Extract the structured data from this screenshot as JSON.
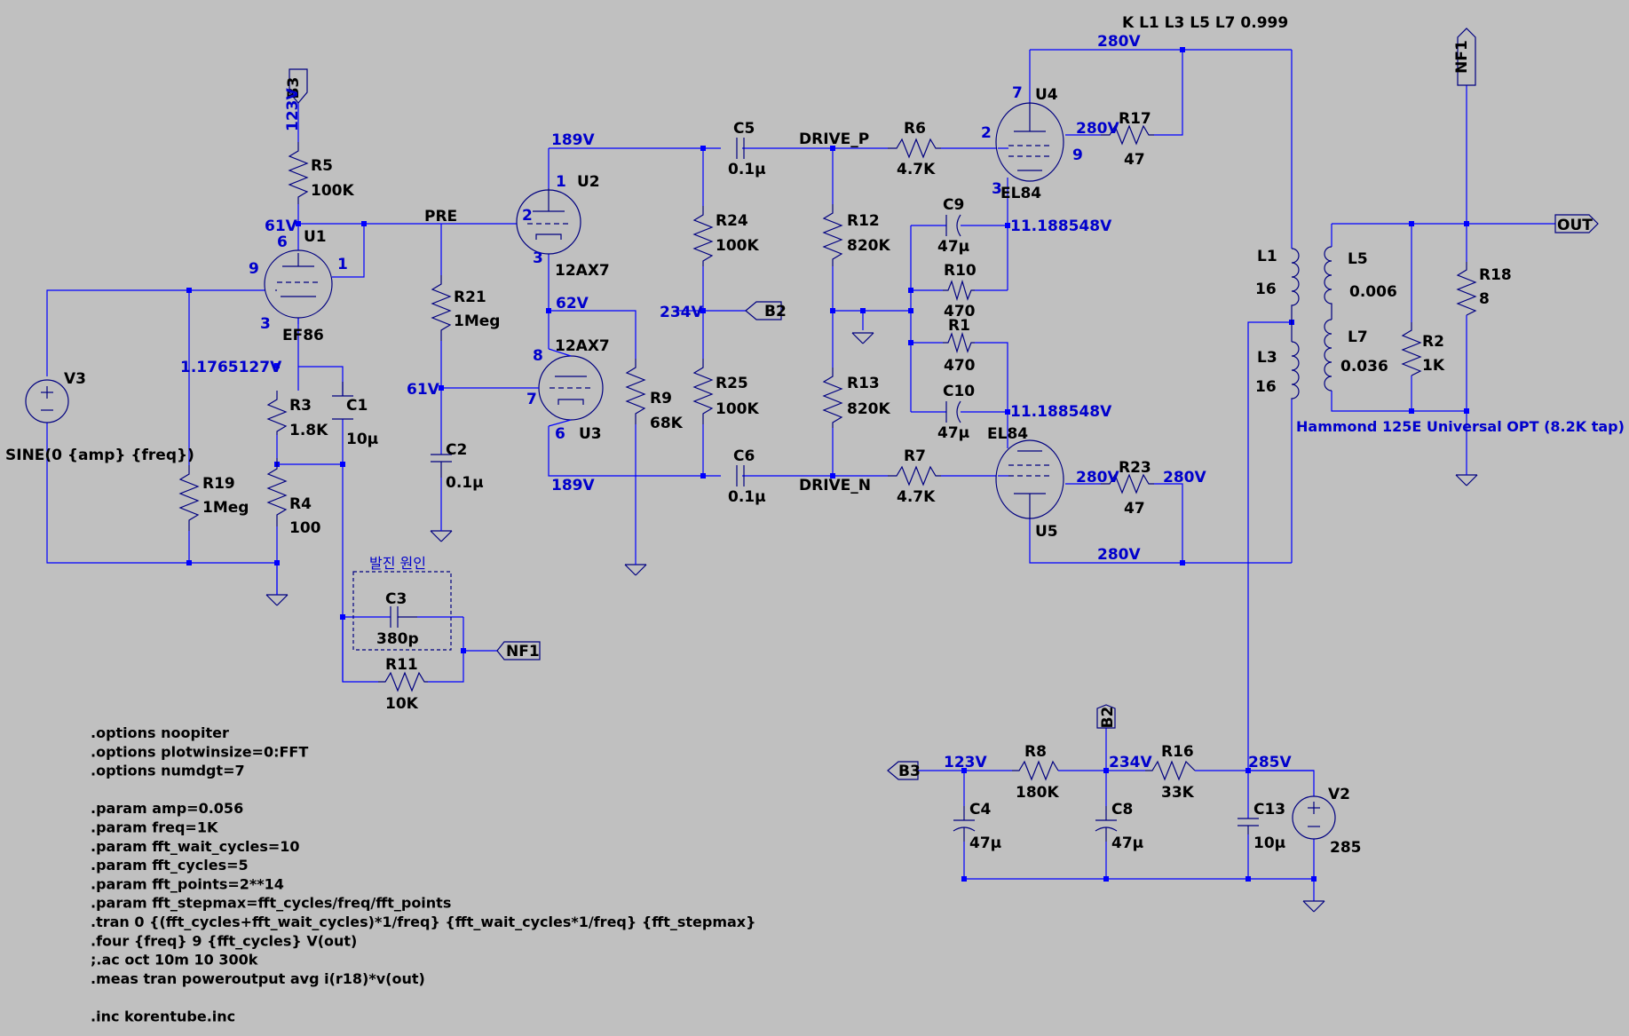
{
  "directives": [
    ".options noopiter",
    ".options plotwinsize=0:FFT",
    ".options numdgt=7",
    "",
    ".param amp=0.056",
    ".param freq=1K",
    ".param fft_wait_cycles=10",
    ".param fft_cycles=5",
    ".param fft_points=2**14",
    ".param fft_stepmax=fft_cycles/freq/fft_points",
    ".tran 0 {(fft_cycles+fft_wait_cycles)*1/freq} {fft_wait_cycles*1/freq} {fft_stepmax}",
    ".four {freq} 9 {fft_cycles} V(out)",
    ";.ac oct 10m 10 300k",
    ".meas tran poweroutput avg i(r18)*v(out)",
    "",
    ".inc korentube.inc"
  ],
  "coupling": "K L1 L3 L5 L7  0.999",
  "transformer_note": "Hammond 125E Universal OPT (8.2K tap)",
  "osc_box_label": "발진 원인",
  "nets": {
    "pre": "PRE",
    "drive_p": "DRIVE_P",
    "drive_n": "DRIVE_N",
    "out": "OUT",
    "nf1": "NF1",
    "b2": "B2",
    "b3": "B3"
  },
  "voltages": {
    "v123_b3": "123V",
    "v61_u1": "61V",
    "v1176": "1.1765127V",
    "v189_top": "189V",
    "v62": "62V",
    "v234": "234V",
    "v61_u3": "61V",
    "v189_bot": "189V",
    "v280_top": "280V",
    "v280_u4": "280V",
    "v11_a": "11.188548V",
    "v11_b": "11.188548V",
    "v280_u5": "280V",
    "v280_r23": "280V",
    "v280_bot": "280V",
    "v123_ps": "123V",
    "v234_ps": "234V",
    "v285_ps": "285V"
  },
  "components": {
    "r5": {
      "name": "R5",
      "value": "100K"
    },
    "r3": {
      "name": "R3",
      "value": "1.8K"
    },
    "r4": {
      "name": "R4",
      "value": "100"
    },
    "r19": {
      "name": "R19",
      "value": "1Meg"
    },
    "c1": {
      "name": "C1",
      "value": "10µ"
    },
    "r21": {
      "name": "R21",
      "value": "1Meg"
    },
    "c2": {
      "name": "C2",
      "value": "0.1µ"
    },
    "c3": {
      "name": "C3",
      "value": "380p"
    },
    "r11": {
      "name": "R11",
      "value": "10K"
    },
    "r9": {
      "name": "R9",
      "value": "68K"
    },
    "c5": {
      "name": "C5",
      "value": "0.1µ"
    },
    "c6": {
      "name": "C6",
      "value": "0.1µ"
    },
    "r24": {
      "name": "R24",
      "value": "100K"
    },
    "r25": {
      "name": "R25",
      "value": "100K"
    },
    "r12": {
      "name": "R12",
      "value": "820K"
    },
    "r13": {
      "name": "R13",
      "value": "820K"
    },
    "r6": {
      "name": "R6",
      "value": "4.7K"
    },
    "r7": {
      "name": "R7",
      "value": "4.7K"
    },
    "c9": {
      "name": "C9",
      "value": "47µ"
    },
    "c10": {
      "name": "C10",
      "value": "47µ"
    },
    "r10": {
      "name": "R10",
      "value": "470"
    },
    "r1": {
      "name": "R1",
      "value": "470"
    },
    "r17": {
      "name": "R17",
      "value": "47"
    },
    "r23": {
      "name": "R23",
      "value": "47"
    },
    "l1": {
      "name": "L1",
      "value": "16"
    },
    "l3": {
      "name": "L3",
      "value": "16"
    },
    "l5": {
      "name": "L5",
      "value": "0.006"
    },
    "l7": {
      "name": "L7",
      "value": "0.036"
    },
    "r2": {
      "name": "R2",
      "value": "1K"
    },
    "r18": {
      "name": "R18",
      "value": "8"
    },
    "r8": {
      "name": "R8",
      "value": "180K"
    },
    "r16": {
      "name": "R16",
      "value": "33K"
    },
    "c4": {
      "name": "C4",
      "value": "47µ"
    },
    "c8": {
      "name": "C8",
      "value": "47µ"
    },
    "c13": {
      "name": "C13",
      "value": "10µ"
    },
    "v2": {
      "name": "V2",
      "value": "285"
    },
    "v3": {
      "name": "V3",
      "value": "SINE(0 {amp} {freq})"
    }
  },
  "tubes": {
    "u1": {
      "name": "U1",
      "model": "EF86"
    },
    "u2": {
      "name": "U2",
      "model": "12AX7"
    },
    "u3": {
      "name": "U3",
      "model": "12AX7"
    },
    "u4": {
      "name": "U4",
      "model": "EL84"
    },
    "u5": {
      "name": "U5",
      "model": "EL84"
    }
  },
  "pins": {
    "u1_6": "6",
    "u1_9": "9",
    "u1_1": "1",
    "u1_3": "3",
    "u2_1": "1",
    "u2_2": "2",
    "u2_3": "3",
    "u3_8": "8",
    "u3_7": "7",
    "u3_6": "6",
    "u4_7": "7",
    "u4_2": "2",
    "u4_9": "9",
    "u4_3": "3"
  }
}
